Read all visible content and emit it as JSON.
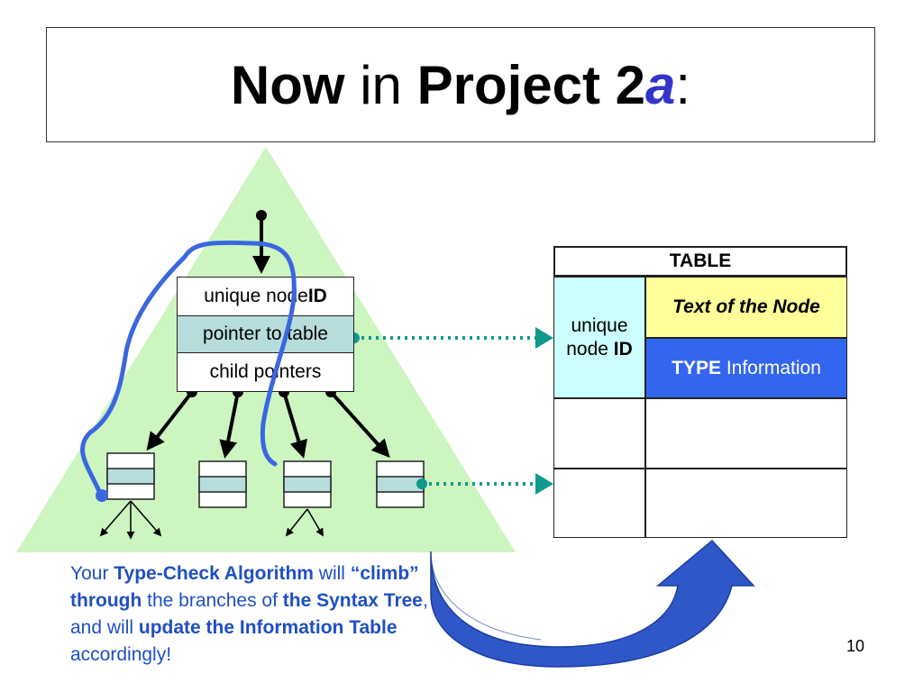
{
  "title": {
    "part1": "Now",
    "part2": " in ",
    "part3": "Project 2",
    "part4": "a",
    "part5": ":"
  },
  "node": {
    "row1_text": "unique node ",
    "row1_bold": "ID",
    "row2": "pointer to table",
    "row3": "child pointers"
  },
  "table": {
    "header": "TABLE",
    "id_line1": "unique",
    "id_line2": "node ",
    "id_bold": "ID",
    "text_cell": "Text of the Node",
    "type_bold": "TYPE",
    "type_rest": " Information"
  },
  "caption": {
    "s1": "Your ",
    "b1": "Type-Check Algorithm",
    "s2": " will ",
    "b2": "“climb” through",
    "s3": " the branches of ",
    "b3": "the Syntax Tree",
    "s4": ", and will ",
    "b4": "update the Information Table",
    "s5": " accordingly!"
  },
  "page_number": "10",
  "colors": {
    "tree_green": "#ccf5c0",
    "climb_blue": "#3b66e0",
    "arrow_teal": "#11998e",
    "table_yellow": "#ffff99",
    "table_blue": "#3366ee",
    "table_cyan": "#ccffff",
    "caption_blue": "#1f4fc4"
  }
}
